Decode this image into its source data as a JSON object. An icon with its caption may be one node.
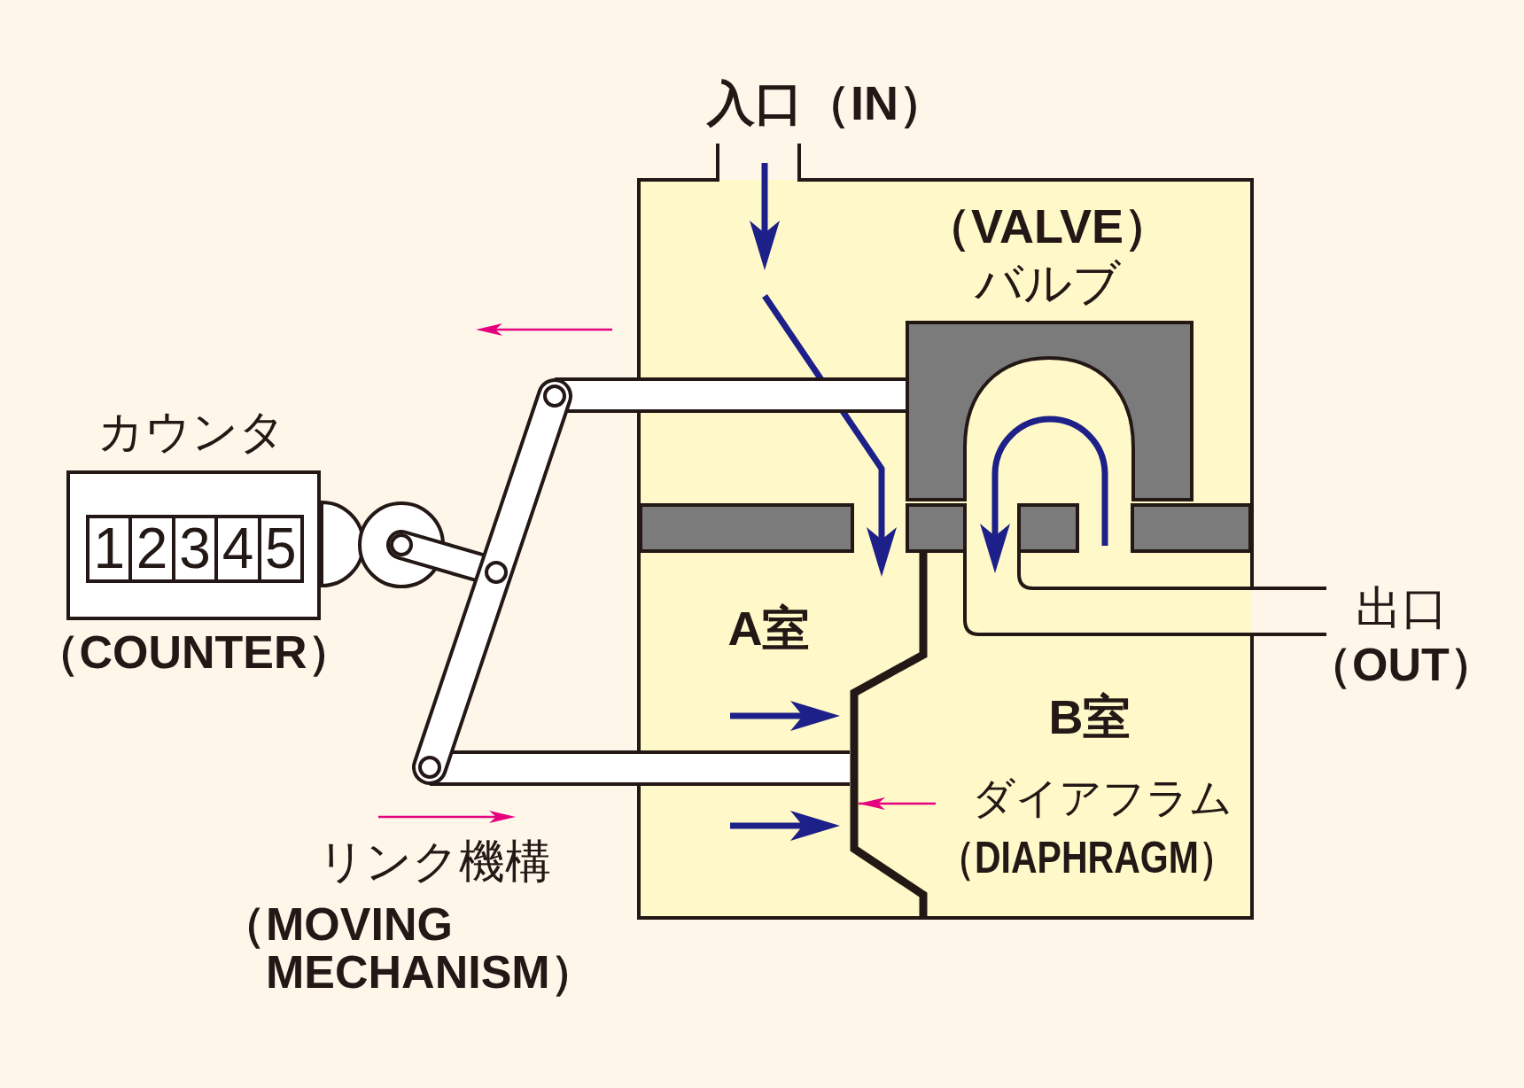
{
  "diagram": {
    "nodes": [
      {
        "text": [
          "A室",
          "B室"
        ]
      },
      {
        "text": [
          "（VALVE）",
          "バルブ"
        ],
        "in": 0
      },
      {
        "text": [
          "カウンタ",
          "1",
          "2",
          "3",
          "4",
          "5"
        ],
        "beside": [
          "（COUNTER）"
        ]
      },
      {
        "text": [
          "ダイアフラム",
          "（DIAPHRAGM）"
        ],
        "in": 0
      },
      {
        "text": [],
        "shape": "line",
        "in": 0
      },
      {
        "text": [],
        "shape": "picture",
        "beside": [
          "リンク機構",
          "（MOVING MECHANISM）"
        ]
      }
    ],
    "edges": [
      {
        "from": 3,
        "to": 4,
        "arrow": "to",
        "color": "#e4007f"
      },
      {
        "from": 5,
        "to": 1,
        "arrow": "none",
        "style": "thick"
      },
      {
        "from": 5,
        "to": 4,
        "arrow": "none",
        "style": "thick"
      }
    ],
    "labels": [
      "入口（IN）",
      "出口",
      "（OUT）"
    ]
  }
}
